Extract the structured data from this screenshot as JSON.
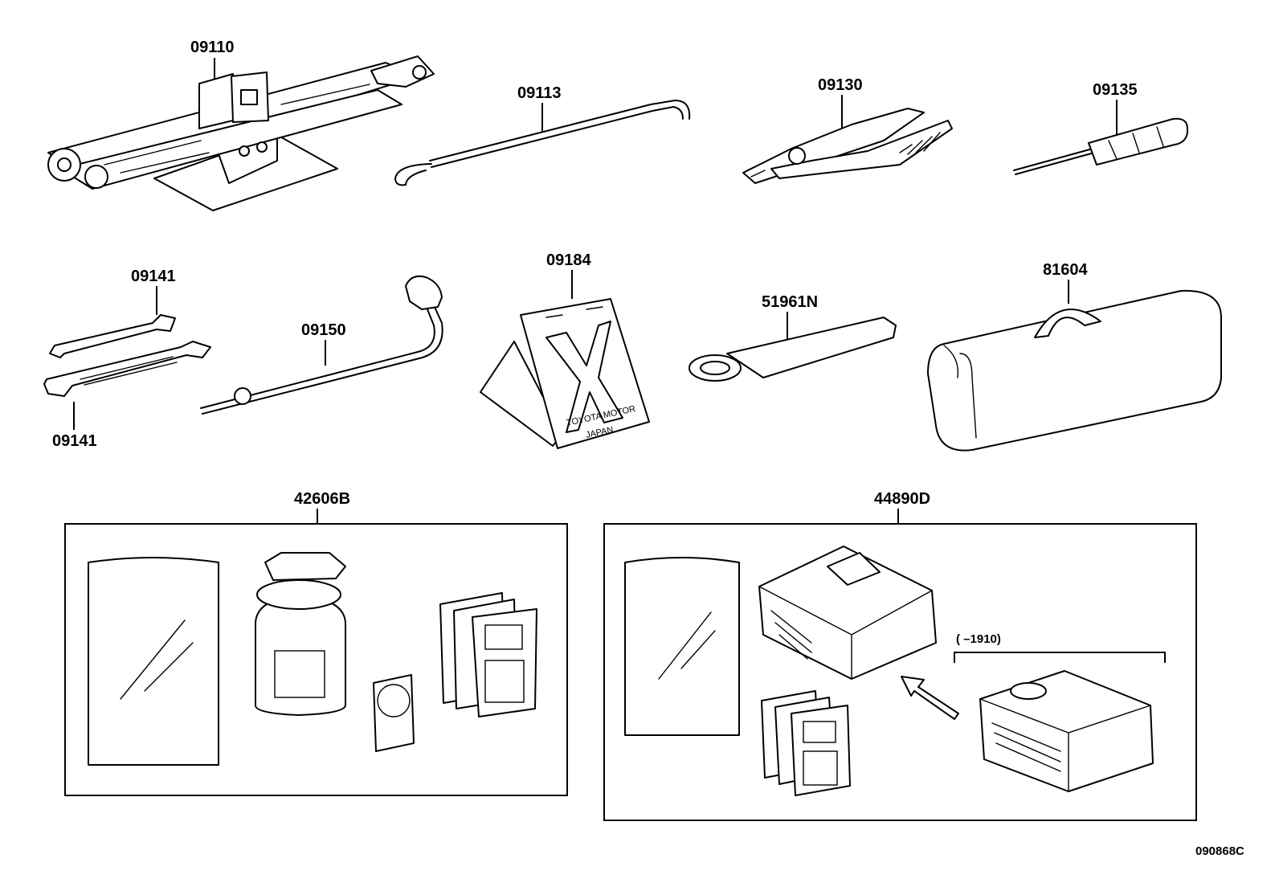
{
  "parts": {
    "jack": "09110",
    "jack_handle": "09113",
    "pliers": "09130",
    "screwdriver": "09135",
    "wrench_top": "09141",
    "wrench_bottom": "09141",
    "lug_wrench": "09150",
    "warning_plate": "09184",
    "towing_eye": "51961N",
    "tool_bag": "81604",
    "repair_kit": "42606B",
    "compressor_kit": "44890D"
  },
  "notes": {
    "compressor_range": "(        –1910)",
    "plate_line1": "TOYOTA MOTOR",
    "plate_line2": "JAPAN",
    "diagram_id": "090868C"
  }
}
